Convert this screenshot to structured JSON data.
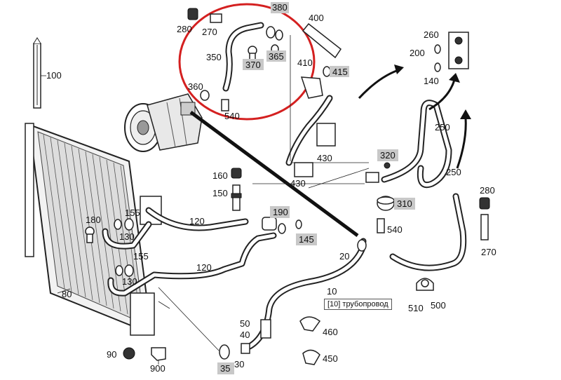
{
  "labels": {
    "l100": "100",
    "l80": "80",
    "l180": "180",
    "l155a": "155",
    "l130a": "130",
    "l155b": "155",
    "l130b": "130",
    "l120a": "120",
    "l120b": "120",
    "l160": "160",
    "l150": "150",
    "l190": "190",
    "l145": "145",
    "l20": "20",
    "l10": "10",
    "l50": "50",
    "l40": "40",
    "l35": "35",
    "l30": "30",
    "l90": "90",
    "l900": "900",
    "l460": "460",
    "l450": "450",
    "l510": "510",
    "l500": "500",
    "l540b": "540",
    "l310": "310",
    "l320": "320",
    "l250a": "250",
    "l250b": "250",
    "l280b": "280",
    "l270b": "270",
    "l200": "200",
    "l260": "260",
    "l140": "140",
    "l430a": "430",
    "l430b": "430",
    "l400": "400",
    "l410": "410",
    "l415": "415",
    "l380": "380",
    "l280a": "280",
    "l270a": "270",
    "l350": "350",
    "l370": "370",
    "l365": "365",
    "l360": "360",
    "l540a": "540"
  },
  "tooltip": "[10]  трубопровод",
  "colors": {
    "highlight_ring": "#d42020",
    "label_box": "#c8c8c8",
    "line": "#222222"
  }
}
